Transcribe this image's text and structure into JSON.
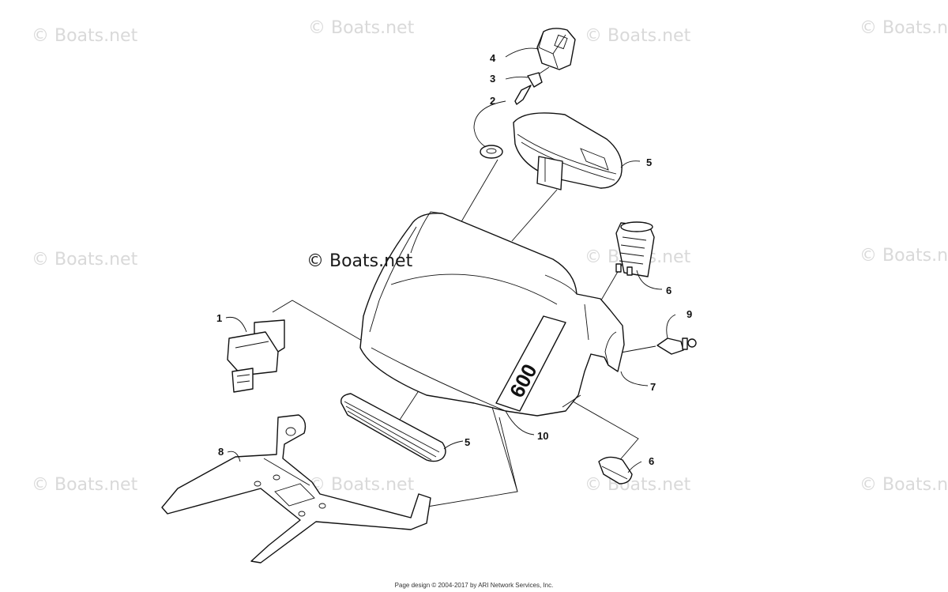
{
  "watermarks": [
    "© Boats.net",
    "© Boats.net",
    "© Boats.net",
    "© Boats.net",
    "© Boats.net",
    "© Boats.net",
    "© Boats.net",
    "© Boats.net",
    "© Boats.net",
    "© Boats.net",
    "© Boats.net"
  ],
  "center_watermark": "© Boats.net",
  "callouts": {
    "c1": "1",
    "c2": "2",
    "c3": "3",
    "c4": "4",
    "c5a": "5",
    "c5b": "5",
    "c6a": "6",
    "c6b": "6",
    "c7": "7",
    "c8": "8",
    "c9": "9",
    "c10": "10"
  },
  "decal_text": "600",
  "footer": "Page design © 2004-2017 by ARI Network Services, Inc.",
  "colors": {
    "line": "#111111",
    "watermark": "#d9d9d9",
    "background": "#ffffff"
  }
}
